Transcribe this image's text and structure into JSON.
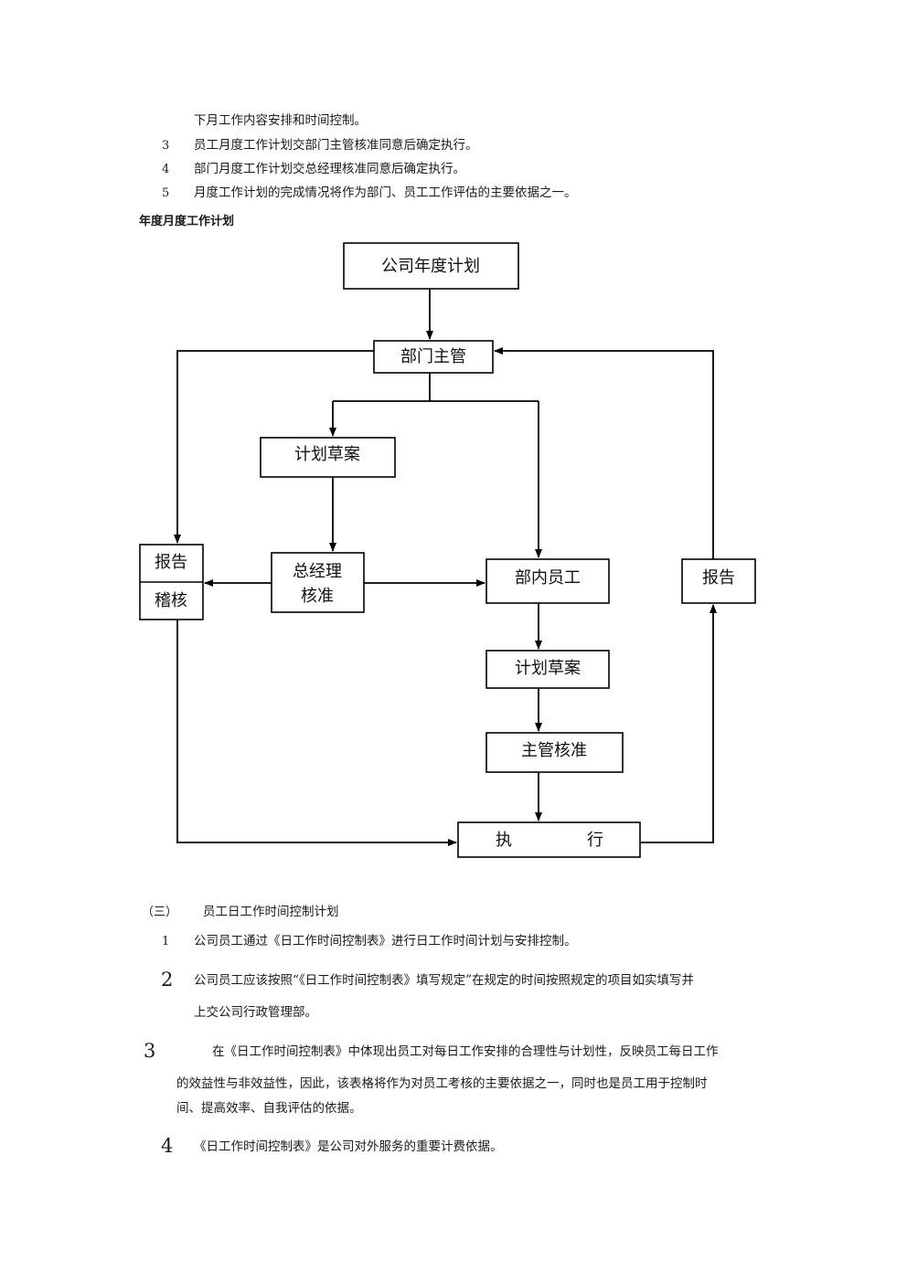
{
  "top_list": {
    "continuation": "下月工作内容安排和时间控制。",
    "items": [
      {
        "num": "3",
        "text": "员工月度工作计划交部门主管核准同意后确定执行。"
      },
      {
        "num": "4",
        "text": "部门月度工作计划交总经理核准同意后确定执行。"
      },
      {
        "num": "5",
        "text": "月度工作计划的完成情况将作为部门、员工工作评估的主要依据之一。"
      }
    ]
  },
  "flowchart": {
    "heading": "年度月度工作计划",
    "nodes": {
      "company_plan": "公司年度计划",
      "dept_head": "部门主管",
      "plan_draft_1": "计划草案",
      "gm_approve_1": "总经理",
      "gm_approve_2": "核准",
      "report_left_1": "报告",
      "report_left_2": "稽核",
      "dept_staff": "部内员工",
      "report_right": "报告",
      "plan_draft_2": "计划草案",
      "head_approve": "主管核准",
      "execute_1": "执",
      "execute_2": "行"
    }
  },
  "section3": {
    "title_num": "（三）",
    "title": "员工日工作时间控制计划",
    "items": [
      {
        "num": "1",
        "lines": [
          "公司员工通过《日工作时间控制表》进行日工作时间计划与安排控制。"
        ]
      },
      {
        "num": "2",
        "lines": [
          "公司员工应该按照“《日工作时间控制表》填写规定”在规定的时间按照规定的项目如实填写并",
          "上交公司行政管理部。"
        ]
      },
      {
        "num": "3",
        "lines": [
          "在《日工作时间控制表》中体现出员工对每日工作安排的合理性与计划性，反映员工每日工作",
          "的效益性与非效益性，因此，该表格将作为对员工考核的主要依据之一，同时也是员工用于控制时",
          "间、提高效率、自我评估的依据。"
        ]
      },
      {
        "num": "4",
        "lines": [
          "《日工作时间控制表》是公司对外服务的重要计费依据。"
        ]
      }
    ]
  }
}
